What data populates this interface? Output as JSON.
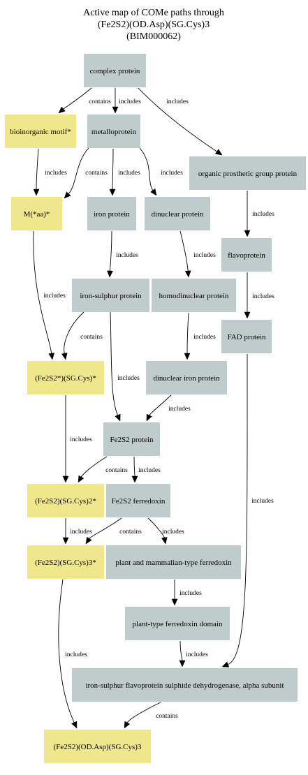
{
  "title": {
    "lines": [
      "Active map of COMe paths through",
      "(Fe2S2)(OD.Asp)(SG.Cys)3",
      "(BIM000062)"
    ]
  },
  "colors": {
    "gray_node": "#c0cccc",
    "yellow_node": "#f0e68c",
    "edge": "#000000"
  },
  "nodes": [
    {
      "id": "complex-protein",
      "label": "complex protein",
      "kind": "gray"
    },
    {
      "id": "bioinorganic-motif",
      "label": "bioinorganic motif*",
      "kind": "yellow"
    },
    {
      "id": "metalloprotein",
      "label": "metalloprotein",
      "kind": "gray"
    },
    {
      "id": "organic-prosthetic-group-protein",
      "label": "organic prosthetic group protein",
      "kind": "gray"
    },
    {
      "id": "m-aa",
      "label": "M(*aa)*",
      "kind": "yellow"
    },
    {
      "id": "iron-protein",
      "label": "iron protein",
      "kind": "gray"
    },
    {
      "id": "dinuclear-protein",
      "label": "dinuclear protein",
      "kind": "gray"
    },
    {
      "id": "flavoprotein",
      "label": "flavoprotein",
      "kind": "gray"
    },
    {
      "id": "iron-sulphur-protein",
      "label": "iron-sulphur protein",
      "kind": "gray"
    },
    {
      "id": "homodinuclear-protein",
      "label": "homodinuclear protein",
      "kind": "gray"
    },
    {
      "id": "fad-protein",
      "label": "FAD protein",
      "kind": "gray"
    },
    {
      "id": "fe2s2-star-sgcys",
      "label": "(Fe2S2*)(SG.Cys)*",
      "kind": "yellow"
    },
    {
      "id": "dinuclear-iron-protein",
      "label": "dinuclear iron protein",
      "kind": "gray"
    },
    {
      "id": "fe2s2-protein",
      "label": "Fe2S2 protein",
      "kind": "gray"
    },
    {
      "id": "fe2s2-sgcys2",
      "label": "(Fe2S2)(SG.Cys)2*",
      "kind": "yellow"
    },
    {
      "id": "fe2s2-ferredoxin",
      "label": "Fe2S2 ferredoxin",
      "kind": "gray"
    },
    {
      "id": "fe2s2-sgcys3",
      "label": "(Fe2S2)(SG.Cys)3*",
      "kind": "yellow"
    },
    {
      "id": "plant-mammalian-ferredoxin",
      "label": "plant and mammalian-type ferredoxin",
      "kind": "gray"
    },
    {
      "id": "plant-type-ferredoxin-domain",
      "label": "plant-type ferredoxin domain",
      "kind": "gray"
    },
    {
      "id": "iron-sulphur-flavoprotein",
      "label": "iron-sulphur flavoprotein sulphide dehydrogenase, alpha subunit",
      "kind": "gray"
    },
    {
      "id": "fe2s2-odasp-sgcys3",
      "label": "(Fe2S2)(OD.Asp)(SG.Cys)3",
      "kind": "yellow"
    }
  ],
  "edges": [
    {
      "from": "complex-protein",
      "to": "bioinorganic-motif",
      "label": "contains"
    },
    {
      "from": "complex-protein",
      "to": "metalloprotein",
      "label": "includes"
    },
    {
      "from": "complex-protein",
      "to": "organic-prosthetic-group-protein",
      "label": "includes"
    },
    {
      "from": "bioinorganic-motif",
      "to": "m-aa",
      "label": "includes"
    },
    {
      "from": "metalloprotein",
      "to": "m-aa",
      "label": "contains"
    },
    {
      "from": "metalloprotein",
      "to": "iron-protein",
      "label": "includes"
    },
    {
      "from": "metalloprotein",
      "to": "dinuclear-protein",
      "label": "includes"
    },
    {
      "from": "organic-prosthetic-group-protein",
      "to": "flavoprotein",
      "label": "includes"
    },
    {
      "from": "iron-protein",
      "to": "iron-sulphur-protein",
      "label": "includes"
    },
    {
      "from": "dinuclear-protein",
      "to": "homodinuclear-protein",
      "label": "includes"
    },
    {
      "from": "flavoprotein",
      "to": "fad-protein",
      "label": "includes"
    },
    {
      "from": "m-aa",
      "to": "fe2s2-star-sgcys",
      "label": "includes"
    },
    {
      "from": "iron-sulphur-protein",
      "to": "fe2s2-star-sgcys",
      "label": "contains"
    },
    {
      "from": "iron-sulphur-protein",
      "to": "fe2s2-protein",
      "label": "includes"
    },
    {
      "from": "homodinuclear-protein",
      "to": "dinuclear-iron-protein",
      "label": "includes"
    },
    {
      "from": "dinuclear-iron-protein",
      "to": "fe2s2-protein",
      "label": "includes"
    },
    {
      "from": "fe2s2-star-sgcys",
      "to": "fe2s2-sgcys2",
      "label": "includes"
    },
    {
      "from": "fe2s2-protein",
      "to": "fe2s2-sgcys2",
      "label": "contains"
    },
    {
      "from": "fe2s2-protein",
      "to": "fe2s2-ferredoxin",
      "label": "includes"
    },
    {
      "from": "fe2s2-sgcys2",
      "to": "fe2s2-sgcys3",
      "label": "includes"
    },
    {
      "from": "fe2s2-ferredoxin",
      "to": "fe2s2-sgcys3",
      "label": "contains"
    },
    {
      "from": "fe2s2-ferredoxin",
      "to": "plant-mammalian-ferredoxin",
      "label": "includes"
    },
    {
      "from": "fad-protein",
      "to": "iron-sulphur-flavoprotein",
      "label": "includes"
    },
    {
      "from": "plant-mammalian-ferredoxin",
      "to": "plant-type-ferredoxin-domain",
      "label": "includes"
    },
    {
      "from": "plant-type-ferredoxin-domain",
      "to": "iron-sulphur-flavoprotein",
      "label": "includes"
    },
    {
      "from": "fe2s2-sgcys3",
      "to": "fe2s2-odasp-sgcys3",
      "label": "includes"
    },
    {
      "from": "iron-sulphur-flavoprotein",
      "to": "fe2s2-odasp-sgcys3",
      "label": "contains"
    }
  ]
}
